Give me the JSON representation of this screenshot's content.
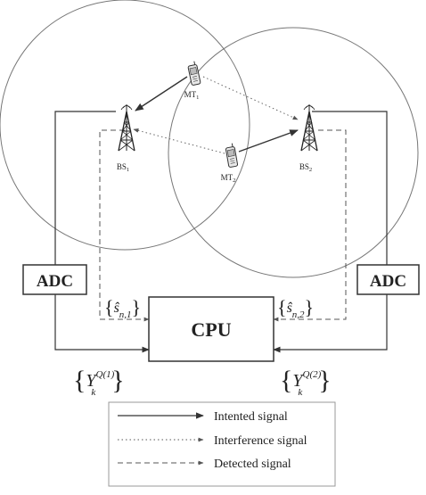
{
  "diagram": {
    "base_stations": [
      {
        "id": "bs1",
        "label": "BS",
        "sub": "1"
      },
      {
        "id": "bs2",
        "label": "BS",
        "sub": "2"
      }
    ],
    "mobile_terminals": [
      {
        "id": "mt1",
        "label": "MT",
        "sub": "1"
      },
      {
        "id": "mt2",
        "label": "MT",
        "sub": "2"
      }
    ],
    "blocks": {
      "adc_left": "ADC",
      "adc_right": "ADC",
      "cpu": "CPU"
    },
    "signals": {
      "s_hat_1": {
        "base": "ŝ",
        "sub": "n,1"
      },
      "s_hat_2": {
        "base": "ŝ",
        "sub": "n,2"
      },
      "y_1": {
        "base": "Y",
        "sup": "Q(1)",
        "sub": "k"
      },
      "y_2": {
        "base": "Y",
        "sup": "Q(2)",
        "sub": "k"
      }
    },
    "legend": [
      {
        "style": "solid",
        "label": "Intented signal"
      },
      {
        "style": "dotted",
        "label": "Interference signal"
      },
      {
        "style": "dashed",
        "label": "Detected signal"
      }
    ]
  }
}
